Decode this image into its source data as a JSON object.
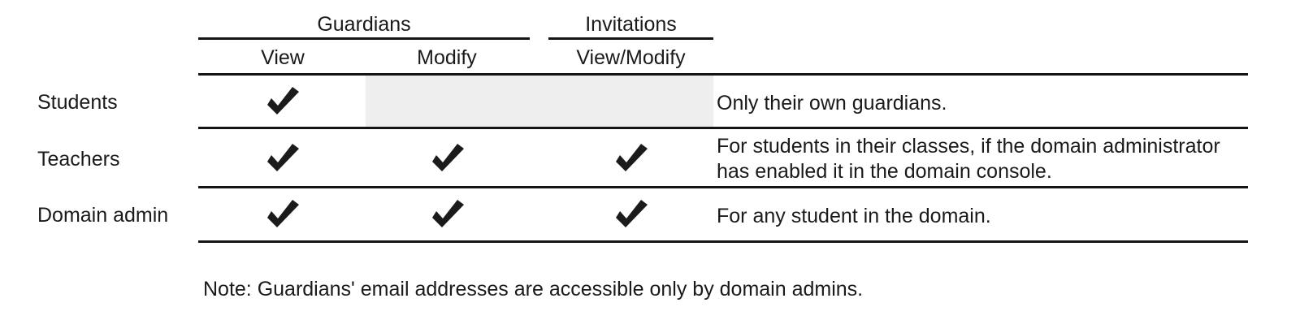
{
  "table": {
    "groups": [
      {
        "label": "Guardians",
        "columns": [
          "View",
          "Modify"
        ]
      },
      {
        "label": "Invitations",
        "columns": [
          "View/Modify"
        ]
      }
    ],
    "headers": [
      "View",
      "Modify",
      "View/Modify"
    ],
    "rows": [
      {
        "label": "Students",
        "view": true,
        "modify": false,
        "view_modify": false,
        "note_lines": [
          "Only their own guardians."
        ]
      },
      {
        "label": "Teachers",
        "view": true,
        "modify": true,
        "view_modify": true,
        "note_lines": [
          "For students in their classes, if the domain administrator",
          "has enabled it in the domain console."
        ]
      },
      {
        "label": "Domain admin",
        "view": true,
        "modify": true,
        "view_modify": true,
        "note_lines": [
          "For any student in the domain."
        ]
      }
    ]
  },
  "icons": {
    "check": "✔"
  },
  "footnote": "Note: Guardians' email addresses are accessible only by domain admins.",
  "colors": {
    "text": "#1a1a1a",
    "rule": "#141414",
    "disabled_cell": "#eeeeee",
    "background": "#ffffff"
  }
}
